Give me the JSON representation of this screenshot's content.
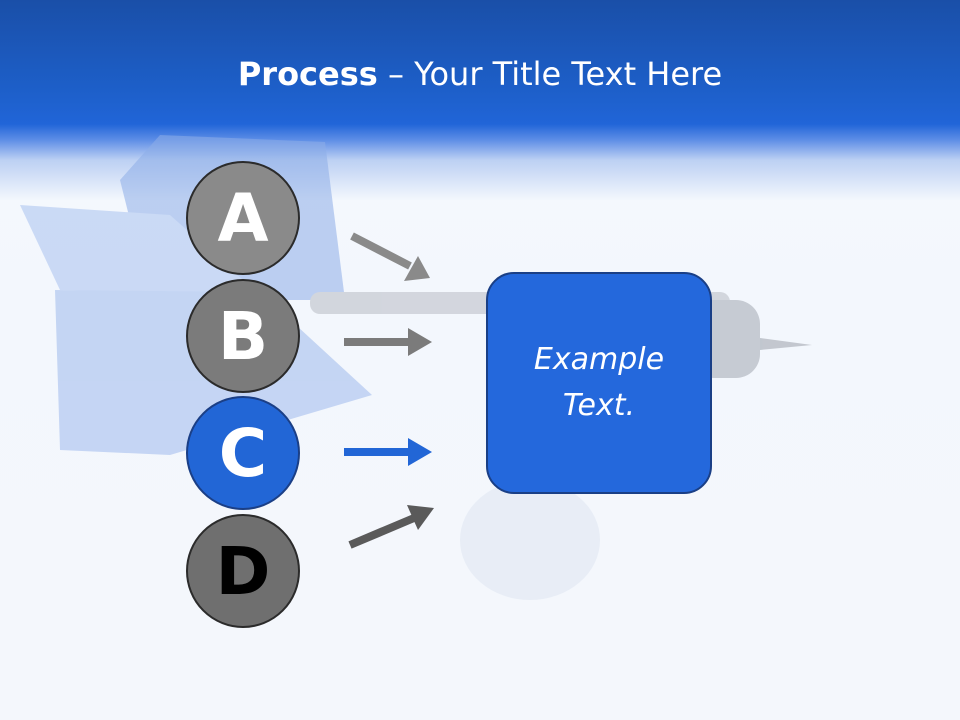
{
  "slide": {
    "title_bold": "Process",
    "title_rest": " – Your Title Text Here"
  },
  "diagram": {
    "steps": [
      {
        "label": "A",
        "color": "#8a8a8a"
      },
      {
        "label": "B",
        "color": "#7b7b7b"
      },
      {
        "label": "C",
        "color": "#2266d6"
      },
      {
        "label": "D",
        "color": "#6f6f6f"
      }
    ],
    "target_text": "Example Text.",
    "arrow_colors": [
      "#8a8a8a",
      "#7b7b7b",
      "#2266d6",
      "#5a5a5a"
    ],
    "accent_color": "#2468dc"
  }
}
